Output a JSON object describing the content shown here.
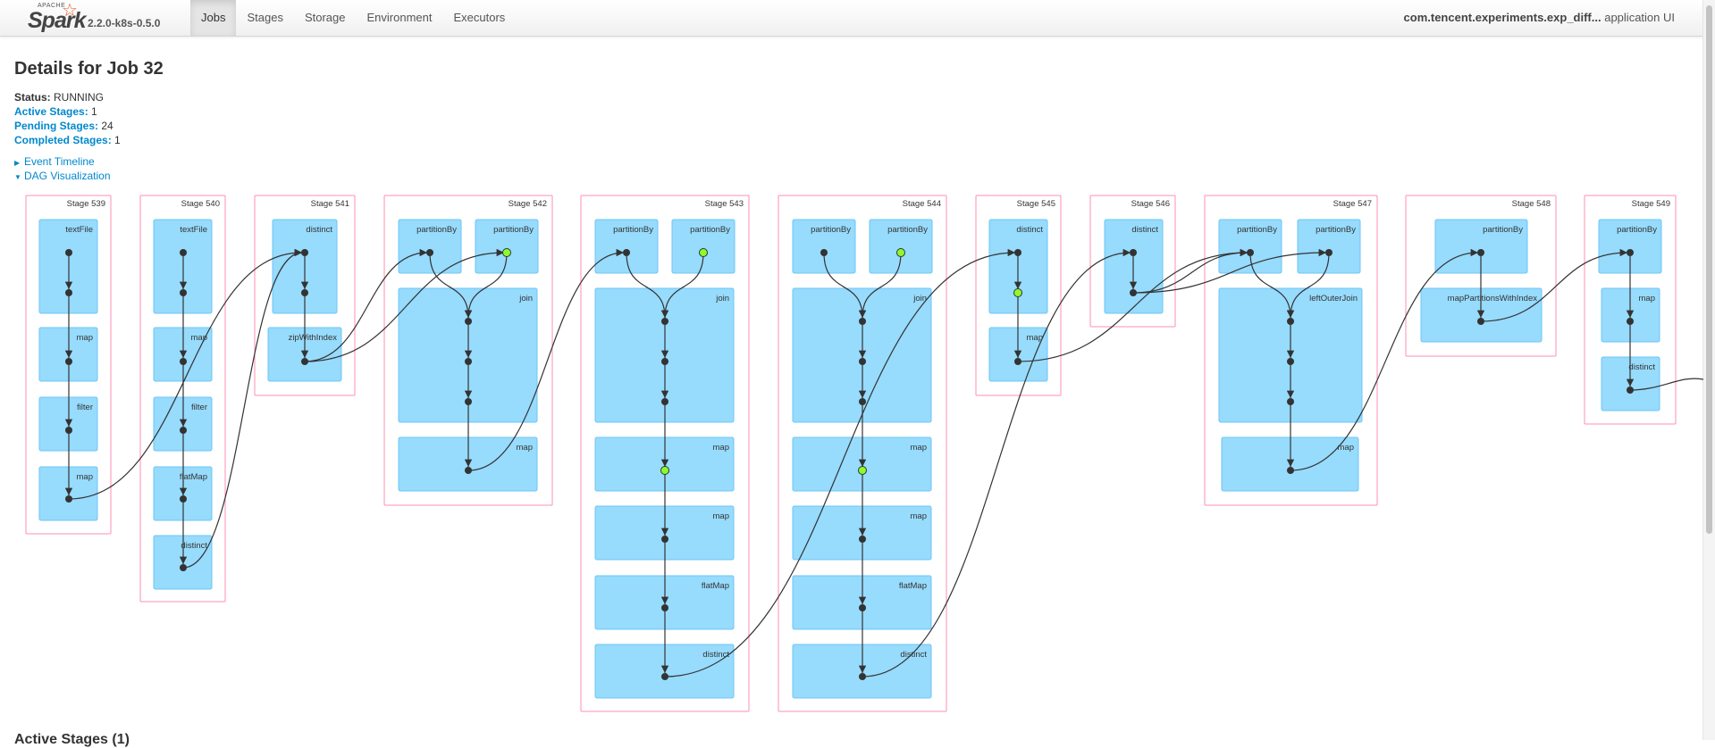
{
  "navbar": {
    "brand_small": "APACHE",
    "brand_name": "Spark",
    "version": "2.2.0-k8s-0.5.0",
    "tabs": [
      {
        "label": "Jobs",
        "active": true
      },
      {
        "label": "Stages",
        "active": false
      },
      {
        "label": "Storage",
        "active": false
      },
      {
        "label": "Environment",
        "active": false
      },
      {
        "label": "Executors",
        "active": false
      }
    ],
    "app_name": "com.tencent.experiments.exp_diff...",
    "app_suffix": " application UI"
  },
  "job": {
    "title": "Details for Job 32",
    "status_label": "Status:",
    "status_value": " RUNNING",
    "active_stages_label": "Active Stages:",
    "active_stages_value": " 1",
    "pending_stages_label": "Pending Stages:",
    "pending_stages_value": " 24",
    "completed_stages_label": "Completed Stages:",
    "completed_stages_value": " 1"
  },
  "toggles": {
    "event_timeline": "Event Timeline",
    "dag_visualization": "DAG Visualization"
  },
  "dag": {
    "stages": [
      {
        "id": "Stage 539",
        "ops": [
          "textFile",
          "map",
          "filter",
          "map"
        ]
      },
      {
        "id": "Stage 540",
        "ops": [
          "textFile",
          "map",
          "filter",
          "flatMap",
          "distinct"
        ]
      },
      {
        "id": "Stage 541",
        "ops": [
          "distinct",
          "zipWithIndex"
        ]
      },
      {
        "id": "Stage 542",
        "ops": [
          "partitionBy",
          "partitionBy",
          "join",
          "map"
        ]
      },
      {
        "id": "Stage 543",
        "ops": [
          "partitionBy",
          "partitionBy",
          "join",
          "map",
          "map",
          "flatMap",
          "distinct"
        ]
      },
      {
        "id": "Stage 544",
        "ops": [
          "partitionBy",
          "partitionBy",
          "join",
          "map",
          "map",
          "flatMap",
          "distinct"
        ]
      },
      {
        "id": "Stage 545",
        "ops": [
          "distinct",
          "map"
        ]
      },
      {
        "id": "Stage 546",
        "ops": [
          "distinct"
        ]
      },
      {
        "id": "Stage 547",
        "ops": [
          "partitionBy",
          "partitionBy",
          "leftOuterJoin",
          "map"
        ]
      },
      {
        "id": "Stage 548",
        "ops": [
          "partitionBy",
          "mapPartitionsWithIndex"
        ]
      },
      {
        "id": "Stage 549",
        "ops": [
          "partitionBy",
          "map",
          "distinct"
        ]
      }
    ],
    "node_color": "#333333",
    "cached_node_color": "#8dfb2b",
    "operation_fill": "#97dbfd",
    "stage_border": "#ff8fb1"
  },
  "next_section": "Active Stages (1)"
}
